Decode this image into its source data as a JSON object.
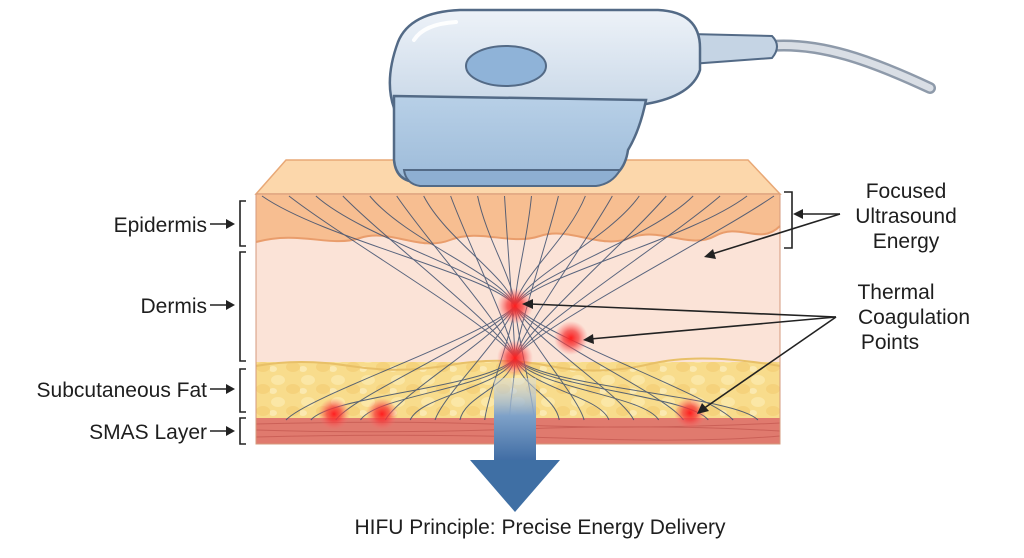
{
  "caption": "HIFU Principle: Precise Energy Delivery",
  "left_labels": {
    "epidermis": "Epidermis",
    "dermis": "Dermis",
    "fat": "Subcutaneous Fat",
    "smas": "SMAS Layer"
  },
  "right_labels": {
    "focused": [
      "Focused",
      "Ultrasound",
      "Energy"
    ],
    "thermal": [
      "Thermal",
      "Coagulation",
      "Points"
    ]
  },
  "icons": {
    "transducer": "ultrasound-transducer-icon",
    "arrow": "down-arrow-icon"
  },
  "colors": {
    "epidermis": "#f7be91",
    "dermis": "#fbe3d7",
    "fat": "#f8dc8c",
    "smas": "#e07a6e",
    "transducer": "#aec8e2",
    "wave": "#3d4f6e",
    "arrow": "#3f6fa4",
    "hotspot": "#ee2a2a"
  }
}
